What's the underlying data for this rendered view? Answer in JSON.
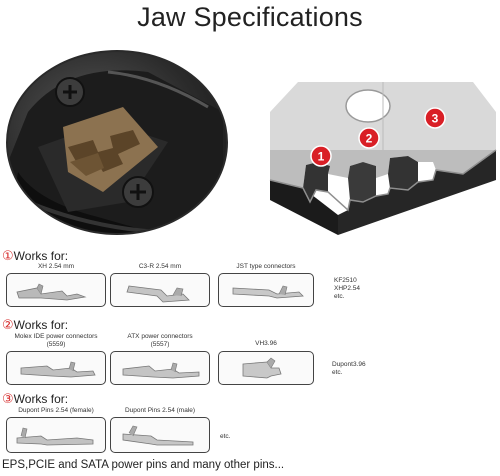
{
  "title": "Jaw Specifications",
  "diagram": {
    "markers": [
      "1",
      "2",
      "3"
    ],
    "marker_color": "#d91f26"
  },
  "sections": [
    {
      "num": "①",
      "label": "Works for:",
      "cards": [
        {
          "label": "XH 2.54 mm"
        },
        {
          "label": "C3-R 2.54 mm"
        },
        {
          "label": "JST type connectors"
        }
      ],
      "note": [
        "KF2510",
        "XHP2.54",
        "etc."
      ]
    },
    {
      "num": "②",
      "label": "Works for:",
      "cards": [
        {
          "label": "Molex IDE power connectors",
          "sub": "(5559)"
        },
        {
          "label": "ATX power connectors",
          "sub": "(5557)"
        },
        {
          "label": "VH3.96"
        }
      ],
      "note": [
        "Dupont3.96",
        "etc."
      ]
    },
    {
      "num": "③",
      "label": "Works for:",
      "cards": [
        {
          "label": "Dupont Pins 2.54 (female)"
        },
        {
          "label": "Dupont Pins 2.54 (male)"
        }
      ],
      "note": [
        "etc."
      ]
    }
  ],
  "footer": "EPS,PCIE and SATA power pins and many other pins..."
}
